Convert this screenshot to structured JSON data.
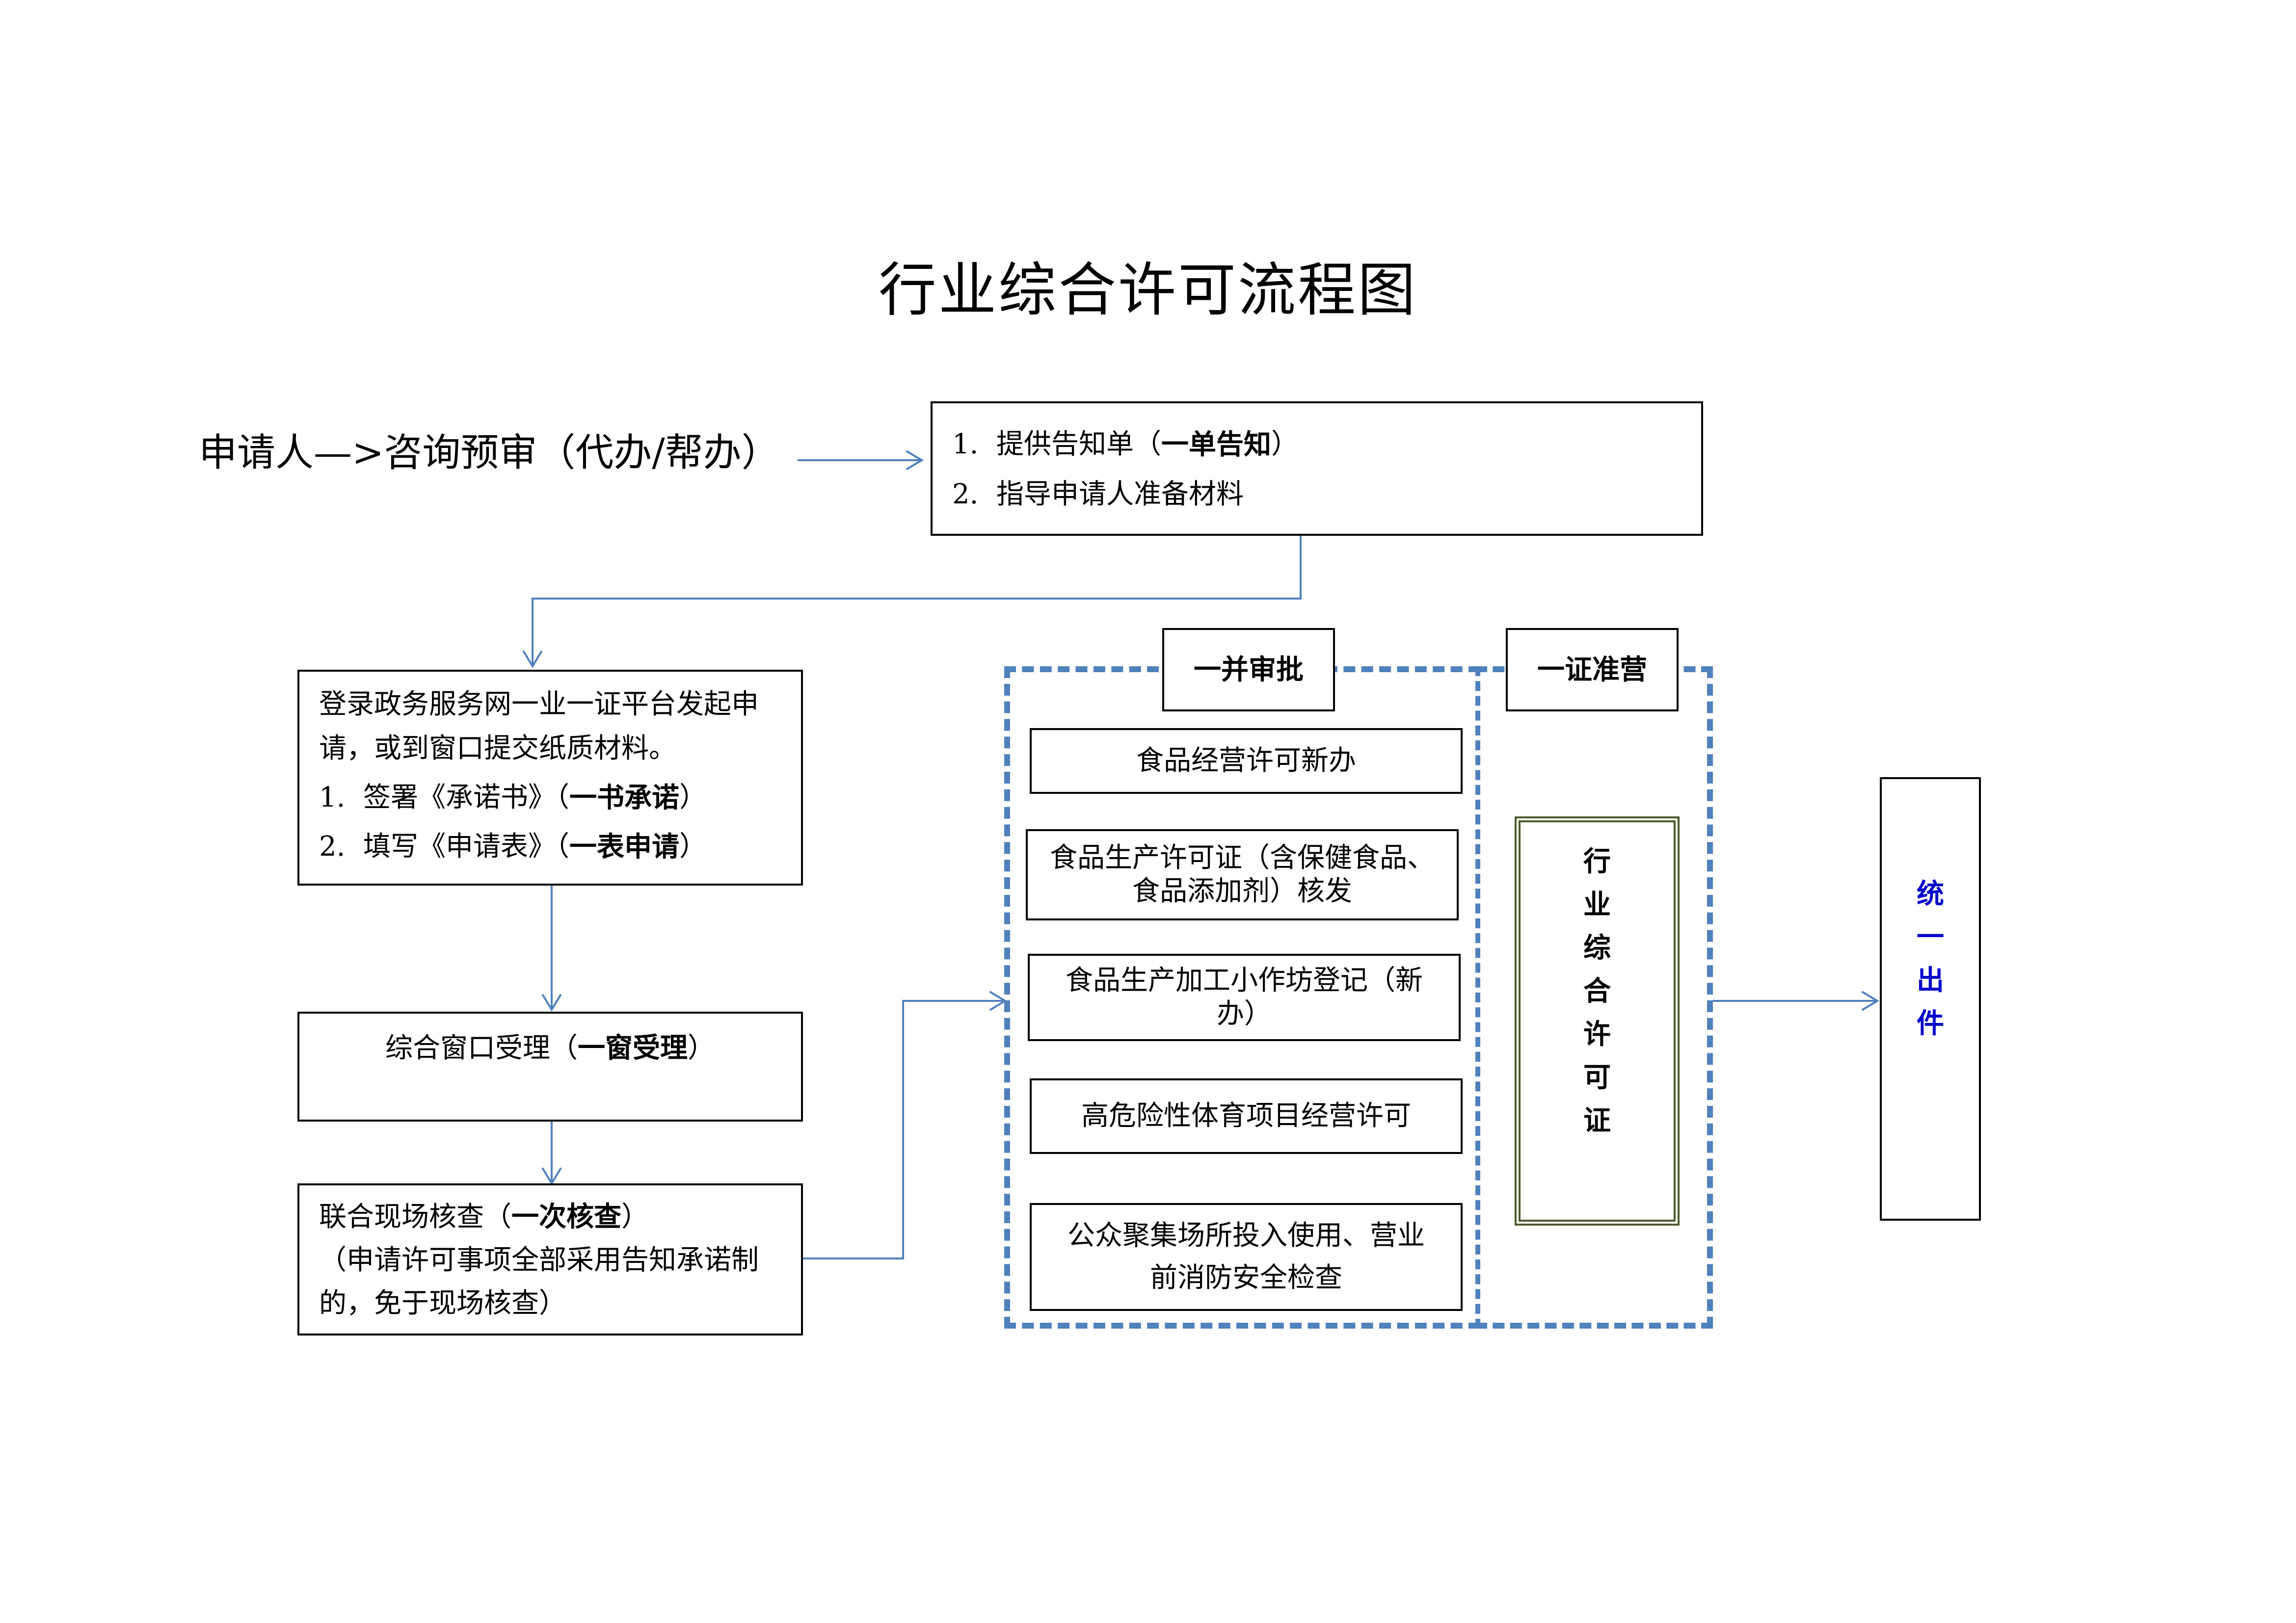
{
  "title": "行业综合许可流程图",
  "applicant": {
    "part1": "申请人",
    "arrow": "—>",
    "part2": "咨询预审（代办/帮办）"
  },
  "consult_box": {
    "items": [
      {
        "num": "1.",
        "text": "提供告知单（",
        "bold": "一单告知",
        "end": "）"
      },
      {
        "num": "2.",
        "text": "指导申请人准备材料",
        "bold": "",
        "end": ""
      }
    ]
  },
  "apply_box": {
    "line1": "登录政务服务网一业一证平台发起申",
    "line2": "请，或到窗口提交纸质材料。",
    "items": [
      {
        "num": "1.",
        "text": "签署《承诺书》（",
        "bold": "一书承诺",
        "end": "）"
      },
      {
        "num": "2.",
        "text": "填写《申请表》（",
        "bold": "一表申请",
        "end": "）"
      }
    ]
  },
  "window_box": {
    "text": "综合窗口受理（",
    "bold": "一窗受理",
    "end": "）"
  },
  "inspect_box": {
    "line1_text": "联合现场核查（",
    "line1_bold": "一次核查",
    "line1_end": "）",
    "line2": "（申请许可事项全部采用告知承诺制",
    "line3": "的，免于现场核查）"
  },
  "approval_header": "一并审批",
  "license_header": "一证准营",
  "approval_items": [
    {
      "lines": [
        "食品经营许可新办"
      ]
    },
    {
      "lines": [
        "食品生产许可证（含保健食品、",
        "食品添加剂）核发"
      ]
    },
    {
      "lines": [
        "食品生产加工小作坊登记（新",
        "办）"
      ]
    },
    {
      "lines": [
        "高危险性体育项目经营许可"
      ]
    },
    {
      "lines": [
        "公众聚集场所投入使用、营业",
        "前消防安全检查"
      ]
    }
  ],
  "license_box": {
    "chars": [
      "行",
      "业",
      "综",
      "合",
      "许",
      "可",
      "证"
    ]
  },
  "output_box": {
    "chars": [
      "统",
      "一",
      "出",
      "件"
    ],
    "color": "#0000cc"
  },
  "colors": {
    "connector": "#4f81bd",
    "dashed_border": "#4f81bd",
    "license_border": "#4a5a2a"
  }
}
